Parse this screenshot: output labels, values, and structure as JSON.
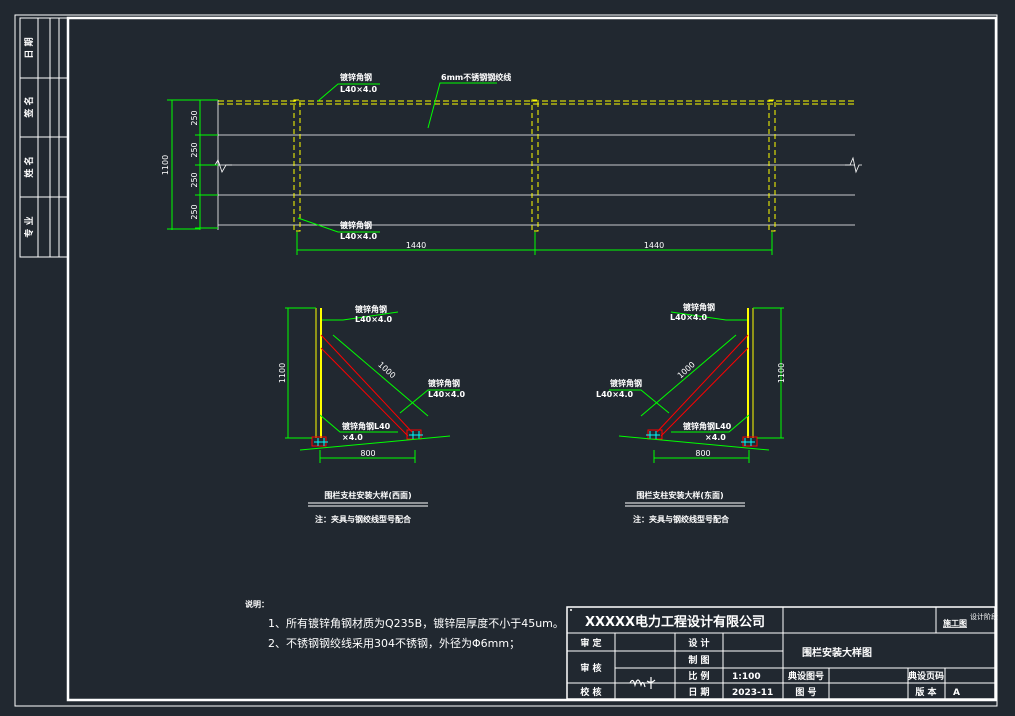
{
  "side_strip": {
    "labels": [
      "专 业",
      "姓 名",
      "签 名",
      "日 期"
    ]
  },
  "elevation": {
    "label_top_left_1": "镀锌角钢",
    "label_top_left_2": "L40×4.0",
    "label_wire": "6mm不锈钢钢绞线",
    "label_bottom_1": "镀锌角钢",
    "label_bottom_2": "L40×4.0",
    "dim_total": "1100",
    "dim_segments": [
      "250",
      "250",
      "250",
      "250"
    ],
    "dim_spacing": [
      "1440",
      "1440"
    ]
  },
  "detail_west": {
    "label_post_1": "镀锌角钢",
    "label_post_2": "L40×4.0",
    "label_brace_1": "镀锌角钢",
    "label_brace_2": "L40×4.0",
    "label_base_1": "镀锌角钢L40",
    "label_base_2": "×4.0",
    "dim_height": "1100",
    "dim_brace": "1000",
    "dim_base": "800",
    "caption": "围栏支柱安装大样(西面)",
    "note": "注：夹具与钢绞线型号配合"
  },
  "detail_east": {
    "label_post_1": "镀锌角钢",
    "label_post_2": "L40×4.0",
    "label_brace_1": "镀锌角钢",
    "label_brace_2": "L40×4.0",
    "label_base_1": "镀锌角钢L40",
    "label_base_2": "×4.0",
    "dim_height": "1100",
    "dim_brace": "1000",
    "dim_base": "800",
    "caption": "围栏支柱安装大样(东面)",
    "note": "注：夹具与钢绞线型号配合"
  },
  "notes": {
    "title": "说明：",
    "items": [
      "1、所有镀锌角钢材质为Q235B，镀锌层厚度不小于45um。",
      "2、不锈钢钢绞线采用304不锈钢，外径为Φ6mm；"
    ]
  },
  "title_block": {
    "company": "XXXXX电力工程设计有限公司",
    "stage_label": "施工图",
    "stage_header": "设计阶段",
    "review": "审 定",
    "audit": "审 核",
    "check": "校 核",
    "design": "设 计",
    "drawing": "制 图",
    "scale_label": "比 例",
    "scale": "1:100",
    "date_label": "日 期",
    "date": "2023-11",
    "drawing_title": "围栏安装大样图",
    "std_drawing_no": "典设图号",
    "std_page_no": "典设页码",
    "drawing_no": "图 号",
    "version_label": "版 本",
    "version": "A"
  },
  "colors": {
    "background": "#212830",
    "frame": "#ffffff",
    "dimension": "#00ff00",
    "steel": "#ffff00",
    "brace": "#ff0000"
  }
}
